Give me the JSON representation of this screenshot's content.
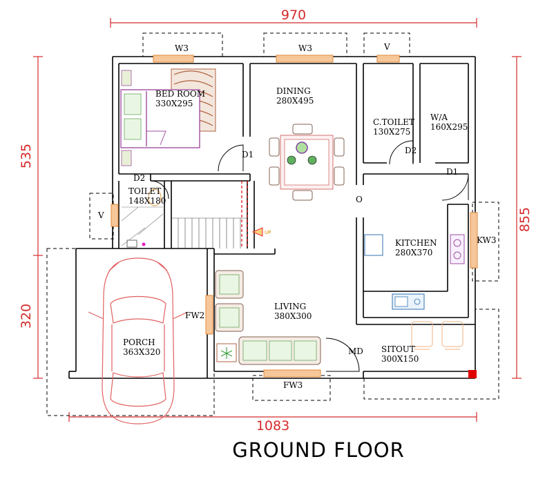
{
  "title": "GROUND FLOOR",
  "dimensions": {
    "top": "970",
    "bottom": "1083",
    "left_upper": "535",
    "left_lower": "320",
    "right": "855"
  },
  "rooms": {
    "bedroom": {
      "name": "BED ROOM",
      "size": "330X295"
    },
    "dining": {
      "name": "DINING",
      "size": "280X495"
    },
    "ctoilet": {
      "name": "C.TOILET",
      "size": "130X275"
    },
    "wa": {
      "name": "W/A",
      "size": "160X295"
    },
    "toilet": {
      "name": "TOILET",
      "size": "148X180"
    },
    "kitchen": {
      "name": "KITCHEN",
      "size": "280X370"
    },
    "living": {
      "name": "LIVING",
      "size": "380X300"
    },
    "porch": {
      "name": "PORCH",
      "size": "363X320"
    },
    "sitout": {
      "name": "SITOUT",
      "size": "300X150"
    }
  },
  "openings": {
    "w3_left": "W3",
    "w3_right": "W3",
    "v_top": "V",
    "v_left": "V",
    "d1_dining": "D1",
    "d2_ctoilet": "D2",
    "d1_wa": "D1",
    "d2_toilet": "D2",
    "o_label": "O",
    "up_label": "UP",
    "kw3": "KW3",
    "fw2": "FW2",
    "md": "MD",
    "fw3": "FW3"
  },
  "colors": {
    "wall": "#000000",
    "dimension": "#d42a2a",
    "window": "#e08a3a",
    "car": "#e06060",
    "furniture": "#b06040",
    "bed": "#a050a0"
  }
}
